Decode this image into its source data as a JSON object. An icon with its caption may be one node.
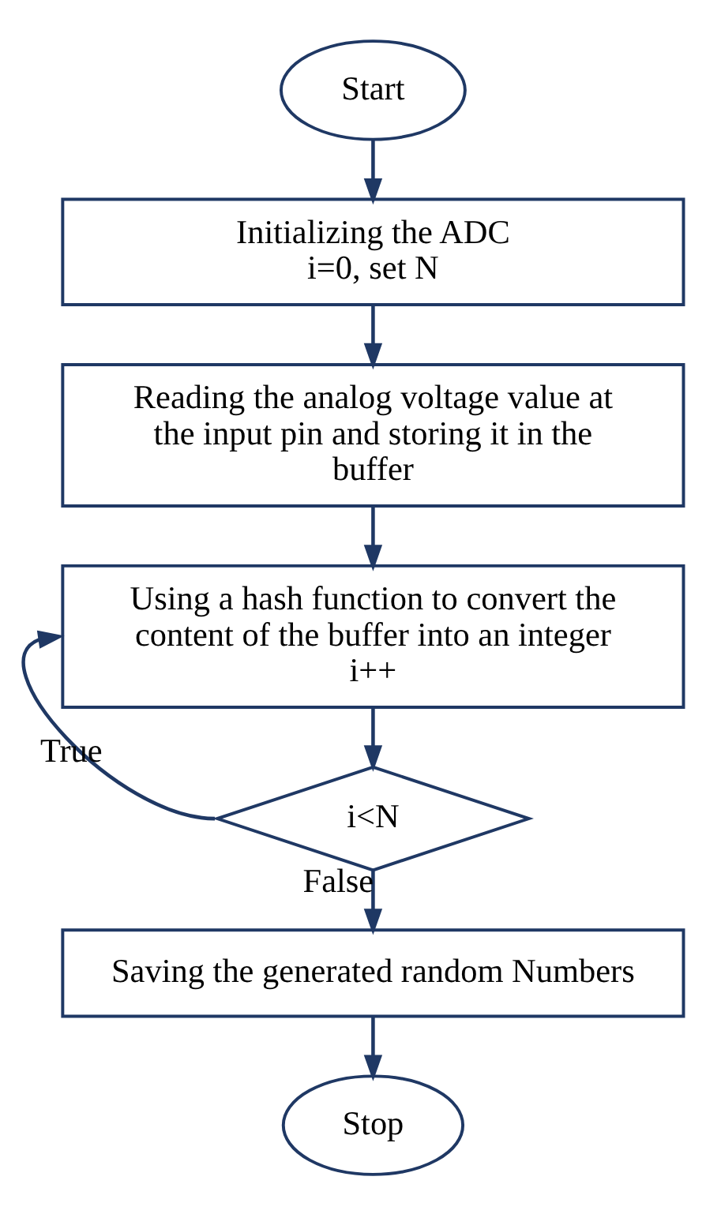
{
  "diagram": {
    "nodes": [
      {
        "text": [
          "Start"
        ]
      },
      {
        "text": [
          "Initializing the ADC",
          "i=0, set N"
        ]
      },
      {
        "text": [
          "Reading the analog voltage value at the input pin and storing it in the buffer"
        ]
      },
      {
        "text": [
          "Using a hash function to convert the content of the buffer into an integer",
          "i++"
        ]
      },
      {
        "text": [
          "i<N"
        ]
      },
      {
        "text": [
          "Saving the generated random Numbers"
        ]
      },
      {
        "text": [
          "Stop"
        ]
      }
    ],
    "edges": [
      {
        "from": 0,
        "to": 1,
        "arrow": "to"
      },
      {
        "from": 1,
        "to": 2,
        "arrow": "to"
      },
      {
        "from": 2,
        "to": 3,
        "arrow": "to"
      },
      {
        "from": 3,
        "to": 4,
        "arrow": "to"
      },
      {
        "from": 4,
        "to": 3,
        "arrow": "to",
        "label": "True"
      },
      {
        "from": 4,
        "to": 5,
        "arrow": "to",
        "label": "False"
      },
      {
        "from": 5,
        "to": 6,
        "arrow": "to"
      }
    ]
  }
}
